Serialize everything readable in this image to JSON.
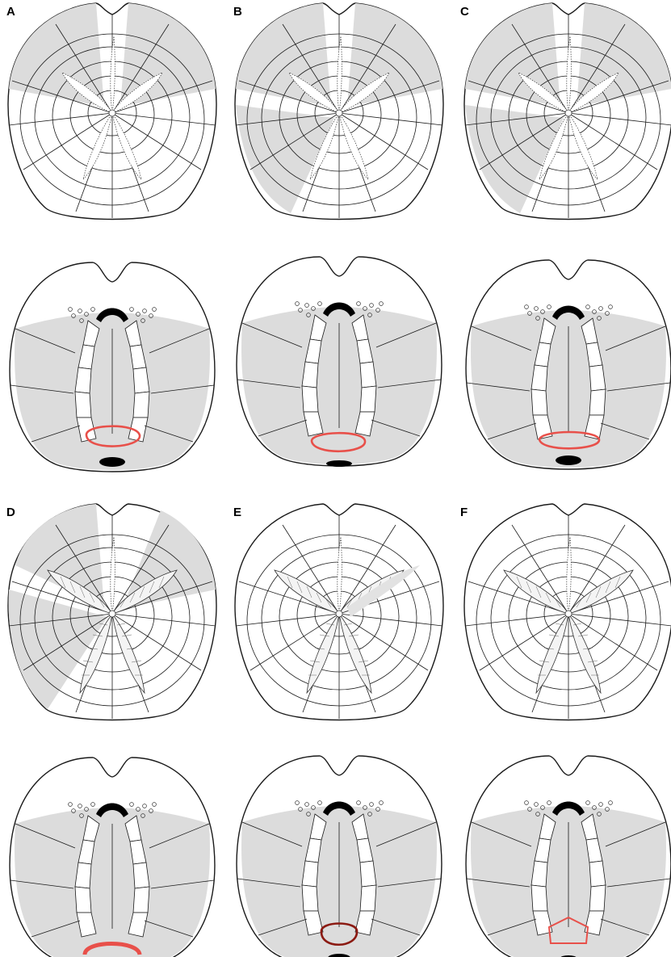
{
  "panels": [
    {
      "letter": "A"
    },
    {
      "letter": "B"
    },
    {
      "letter": "C"
    },
    {
      "letter": "D"
    },
    {
      "letter": "E"
    },
    {
      "letter": "F"
    }
  ],
  "colors": {
    "shaded_plate": "#dcdcdc",
    "outline": "#1a1a1a",
    "periproct_highlight": "#e8504a",
    "periproct_highlight_dark": "#8b1a12",
    "mouth_and_anus": "#000000"
  }
}
